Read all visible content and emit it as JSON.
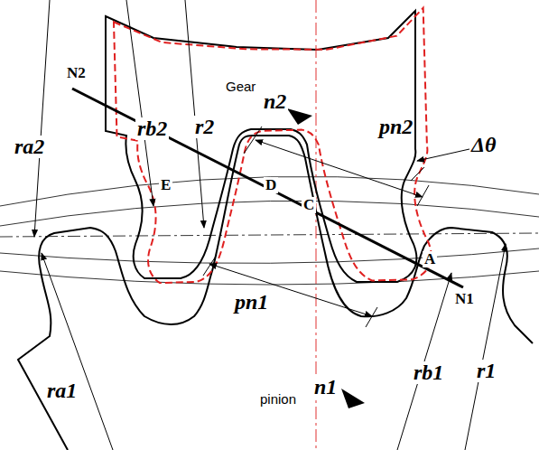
{
  "diagram": {
    "labels": [
      "ra2",
      "rb2",
      "r2",
      "Gear",
      "n2",
      "pn2",
      "Δθ",
      "N2",
      "E",
      "D",
      "C",
      "A",
      "N1",
      "pn1",
      "pinion",
      "n1",
      "ra1",
      "rb1",
      "r1"
    ]
  }
}
